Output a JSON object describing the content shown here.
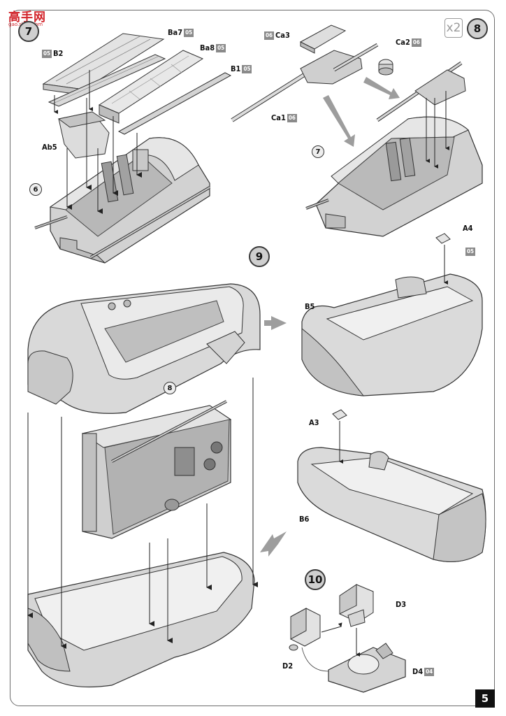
{
  "logo": {
    "text": "高手网",
    "sub": "gao.shou.com"
  },
  "page_number": "5",
  "quantity_badge": "x2",
  "steps": {
    "s7": "7",
    "s8": "8",
    "s9": "9",
    "s10": "10"
  },
  "refs": {
    "r6": "6",
    "r7": "7",
    "r8": "8"
  },
  "parts": {
    "ba7": {
      "label": "Ba7",
      "sprue": "05"
    },
    "b2": {
      "label": "B2",
      "sprue": "05"
    },
    "ba8": {
      "label": "Ba8",
      "sprue": "05"
    },
    "b1": {
      "label": "B1",
      "sprue": "05"
    },
    "ab5": {
      "label": "Ab5"
    },
    "ca3": {
      "label": "Ca3",
      "sprue": "06"
    },
    "ca2": {
      "label": "Ca2",
      "sprue": "06"
    },
    "ca1": {
      "label": "Ca1",
      "sprue": "06"
    },
    "a4": {
      "label": "A4"
    },
    "sprue05": {
      "sprue": "05"
    },
    "b5": {
      "label": "B5"
    },
    "a3": {
      "label": "A3"
    },
    "b6": {
      "label": "B6"
    },
    "d3": {
      "label": "D3"
    },
    "d2": {
      "label": "D2"
    },
    "d4": {
      "label": "D4",
      "sprue": "04"
    }
  }
}
